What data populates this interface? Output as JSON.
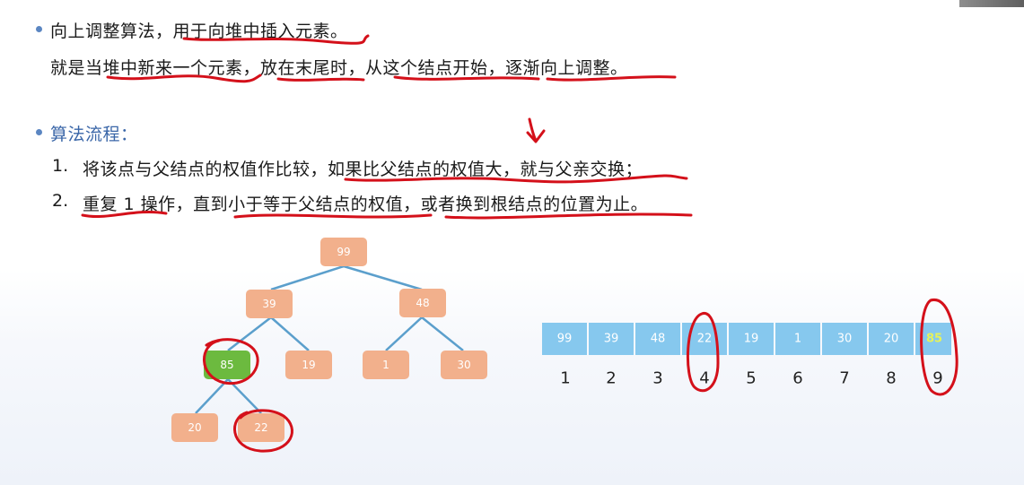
{
  "slide": {
    "section1": {
      "line1": "向上调整算法，用于向堆中插入元素。",
      "line2": "就是当堆中新来一个元素，放在末尾时，从这个结点开始，逐渐向上调整。"
    },
    "section2": {
      "title": "算法流程：",
      "steps": [
        {
          "num": "1.",
          "text": "将该点与父结点的权值作比较，如果比父结点的权值大，就与父亲交换；"
        },
        {
          "num": "2.",
          "text": "重复 1 操作，直到小于等于父结点的权值，或者换到根结点的位置为止。"
        }
      ]
    }
  },
  "tree": {
    "nodes": [
      {
        "id": "n1",
        "value": "99"
      },
      {
        "id": "n2",
        "value": "39"
      },
      {
        "id": "n3",
        "value": "48"
      },
      {
        "id": "n4",
        "value": "85",
        "highlight": true
      },
      {
        "id": "n5",
        "value": "19"
      },
      {
        "id": "n6",
        "value": "1"
      },
      {
        "id": "n7",
        "value": "30"
      },
      {
        "id": "n8",
        "value": "20"
      },
      {
        "id": "n9",
        "value": "22"
      }
    ]
  },
  "array": {
    "values": [
      "99",
      "39",
      "48",
      "22",
      "19",
      "1",
      "30",
      "20",
      "85"
    ],
    "indices": [
      "1",
      "2",
      "3",
      "4",
      "5",
      "6",
      "7",
      "8",
      "9"
    ],
    "trailing_mark": "."
  },
  "colors": {
    "node_fill": "#f2b08c",
    "node_highlight": "#6cba3f",
    "array_cell": "#86c8ee",
    "array_highlight_text": "#e6f25a",
    "annotation": "#d4101a",
    "edge": "#5b9fcc",
    "bullet": "#5b86c2"
  }
}
